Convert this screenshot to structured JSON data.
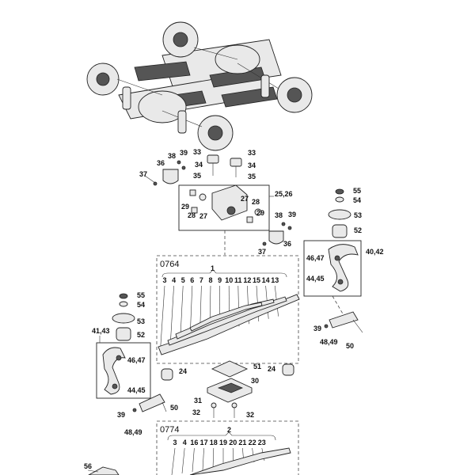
{
  "labels": {
    "p33a": "33",
    "p38": "38",
    "p39a": "39",
    "p33b": "33",
    "p37a": "37",
    "p36a": "36",
    "p34a": "34",
    "p34b": "34",
    "p35a": "35",
    "p35b": "35",
    "p25_26": "25,26",
    "p27a": "27",
    "p28a": "28",
    "p29a": "29",
    "p28b": "28",
    "p27b": "27",
    "p29b": "29",
    "p55a": "55",
    "p54a": "54",
    "p53a": "53",
    "p52a": "52",
    "p38b": "38",
    "p39b": "39",
    "p36b": "36",
    "p37b": "37",
    "p40_42": "40,42",
    "p46_47a": "46,47",
    "p44_45a": "44,45",
    "p39c": "39",
    "p50a": "50",
    "p48_49a": "48,49",
    "p55b": "55",
    "p54b": "54",
    "p53b": "53",
    "p52b": "52",
    "p41_43": "41,43",
    "p46_47b": "46,47",
    "p44_45b": "44,45",
    "p39d": "39",
    "p50b": "50",
    "p48_49b": "48,49",
    "p24a": "24",
    "p24b": "24",
    "p51": "51",
    "p30": "30",
    "p31": "31",
    "p32a": "32",
    "p32b": "32",
    "p56": "56"
  },
  "group_0764": {
    "code": "0764",
    "assembly": "1",
    "leaves": [
      "3",
      "4",
      "5",
      "6",
      "7",
      "8",
      "9",
      "10",
      "11",
      "12",
      "15",
      "14",
      "13"
    ]
  },
  "group_0774": {
    "code": "0774",
    "assembly": "2",
    "leaves": [
      "3",
      "4",
      "16",
      "17",
      "18",
      "19",
      "20",
      "21",
      "22",
      "23"
    ]
  }
}
